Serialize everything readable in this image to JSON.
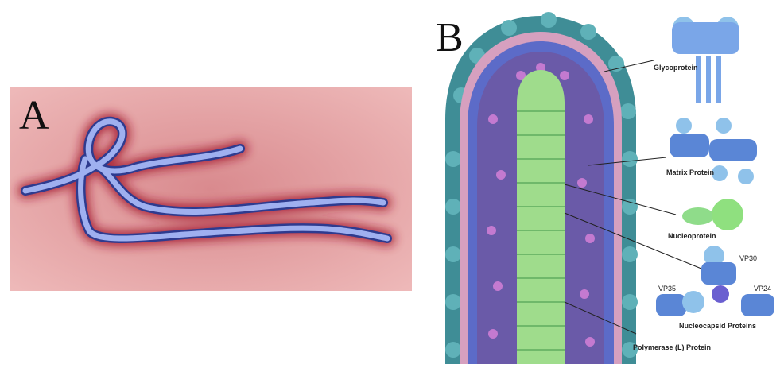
{
  "panels": {
    "a": {
      "letter": "A"
    },
    "b": {
      "letter": "B"
    }
  },
  "labels": {
    "glycoprotein": "Glycoprotein",
    "matrix_protein": "Matrix Protein",
    "nucleoprotein": "Nucleoprotein",
    "vp30": "VP30",
    "vp35": "VP35",
    "vp24": "VP24",
    "nucleocapsid_proteins": "Nucleocapsid Proteins",
    "polymerase": "Polymerase (L) Protein"
  },
  "colors": {
    "micrograph_bg": "#e9a8a8",
    "virion_blue": "#8a9fe6",
    "envelope_teal": "#4f9aa3",
    "membrane_pink": "#d9a3c0",
    "core_green": "#9fdc8c",
    "protein_blue": "#7aa6e8"
  }
}
